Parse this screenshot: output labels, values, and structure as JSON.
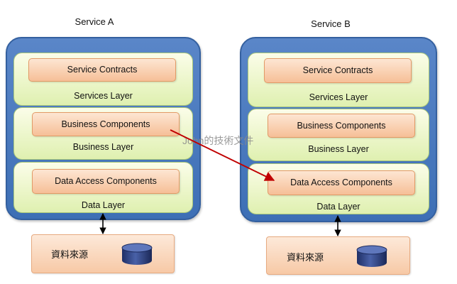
{
  "service_a": {
    "title": "Service A",
    "service_contracts": "Service Contracts",
    "services_layer": "Services Layer",
    "business_components": "Business Components",
    "business_layer": "Business Layer",
    "data_access_components": "Data Access Components",
    "data_layer": "Data Layer",
    "data_source": "資料來源"
  },
  "service_b": {
    "title": "Service B",
    "service_contracts": "Service Contracts",
    "services_layer": "Services Layer",
    "business_components": "Business Components",
    "business_layer": "Business Layer",
    "data_access_components": "Data Access Components",
    "data_layer": "Data Layer",
    "data_source": "資料來源"
  },
  "watermark": "John的技術文件",
  "colors": {
    "service_fill": "#4a7bc0",
    "layer_fill": "#eaf6c8",
    "component_fill": "#f9cfae",
    "database_fill": "#2d3f7a",
    "arrow": "#c00000"
  }
}
